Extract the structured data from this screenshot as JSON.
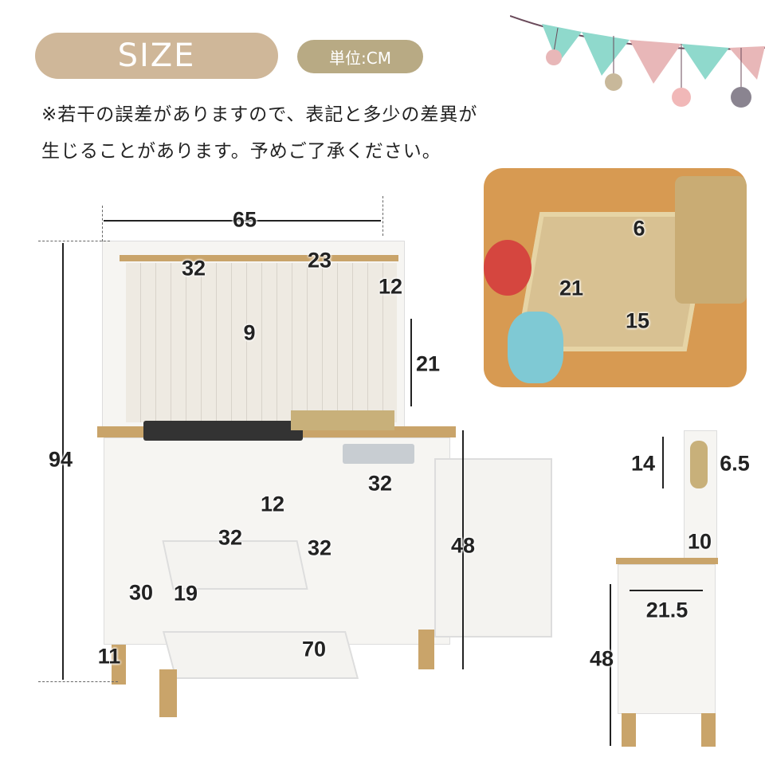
{
  "header": {
    "title": "SIZE",
    "unit": "単位:CM"
  },
  "note": {
    "line1": "※若干の誤差がありますので、表記と多少の差異が",
    "line2": "生じることがあります。予めご了承ください。"
  },
  "colors": {
    "title_pill": "#cfb799",
    "unit_pill": "#b8aa84",
    "wood": "#c9a46a",
    "flag_mint": "#8fd9cc",
    "flag_pink": "#e8b7b8"
  },
  "main_dimensions": {
    "width_total": "65",
    "shelf_width": "32",
    "cabinet_width": "23",
    "cabinet_height": "12",
    "cabinet_depth": "9",
    "backsplash_height": "21",
    "total_height": "94",
    "oven_gap": "12",
    "oven_width": "32",
    "cabinet_inner_width": "32",
    "oven_height": "32",
    "cabinet_height_lower": "48",
    "depth": "30",
    "lower_oven_height": "19",
    "leg_height": "11",
    "door_open_depth": "70"
  },
  "sink_dimensions": {
    "depth": "6",
    "length": "21",
    "width": "15"
  },
  "side_dimensions": {
    "handle_height": "14",
    "handle_depth": "6.5",
    "back_panel": "10",
    "depth": "21.5",
    "height": "48"
  }
}
